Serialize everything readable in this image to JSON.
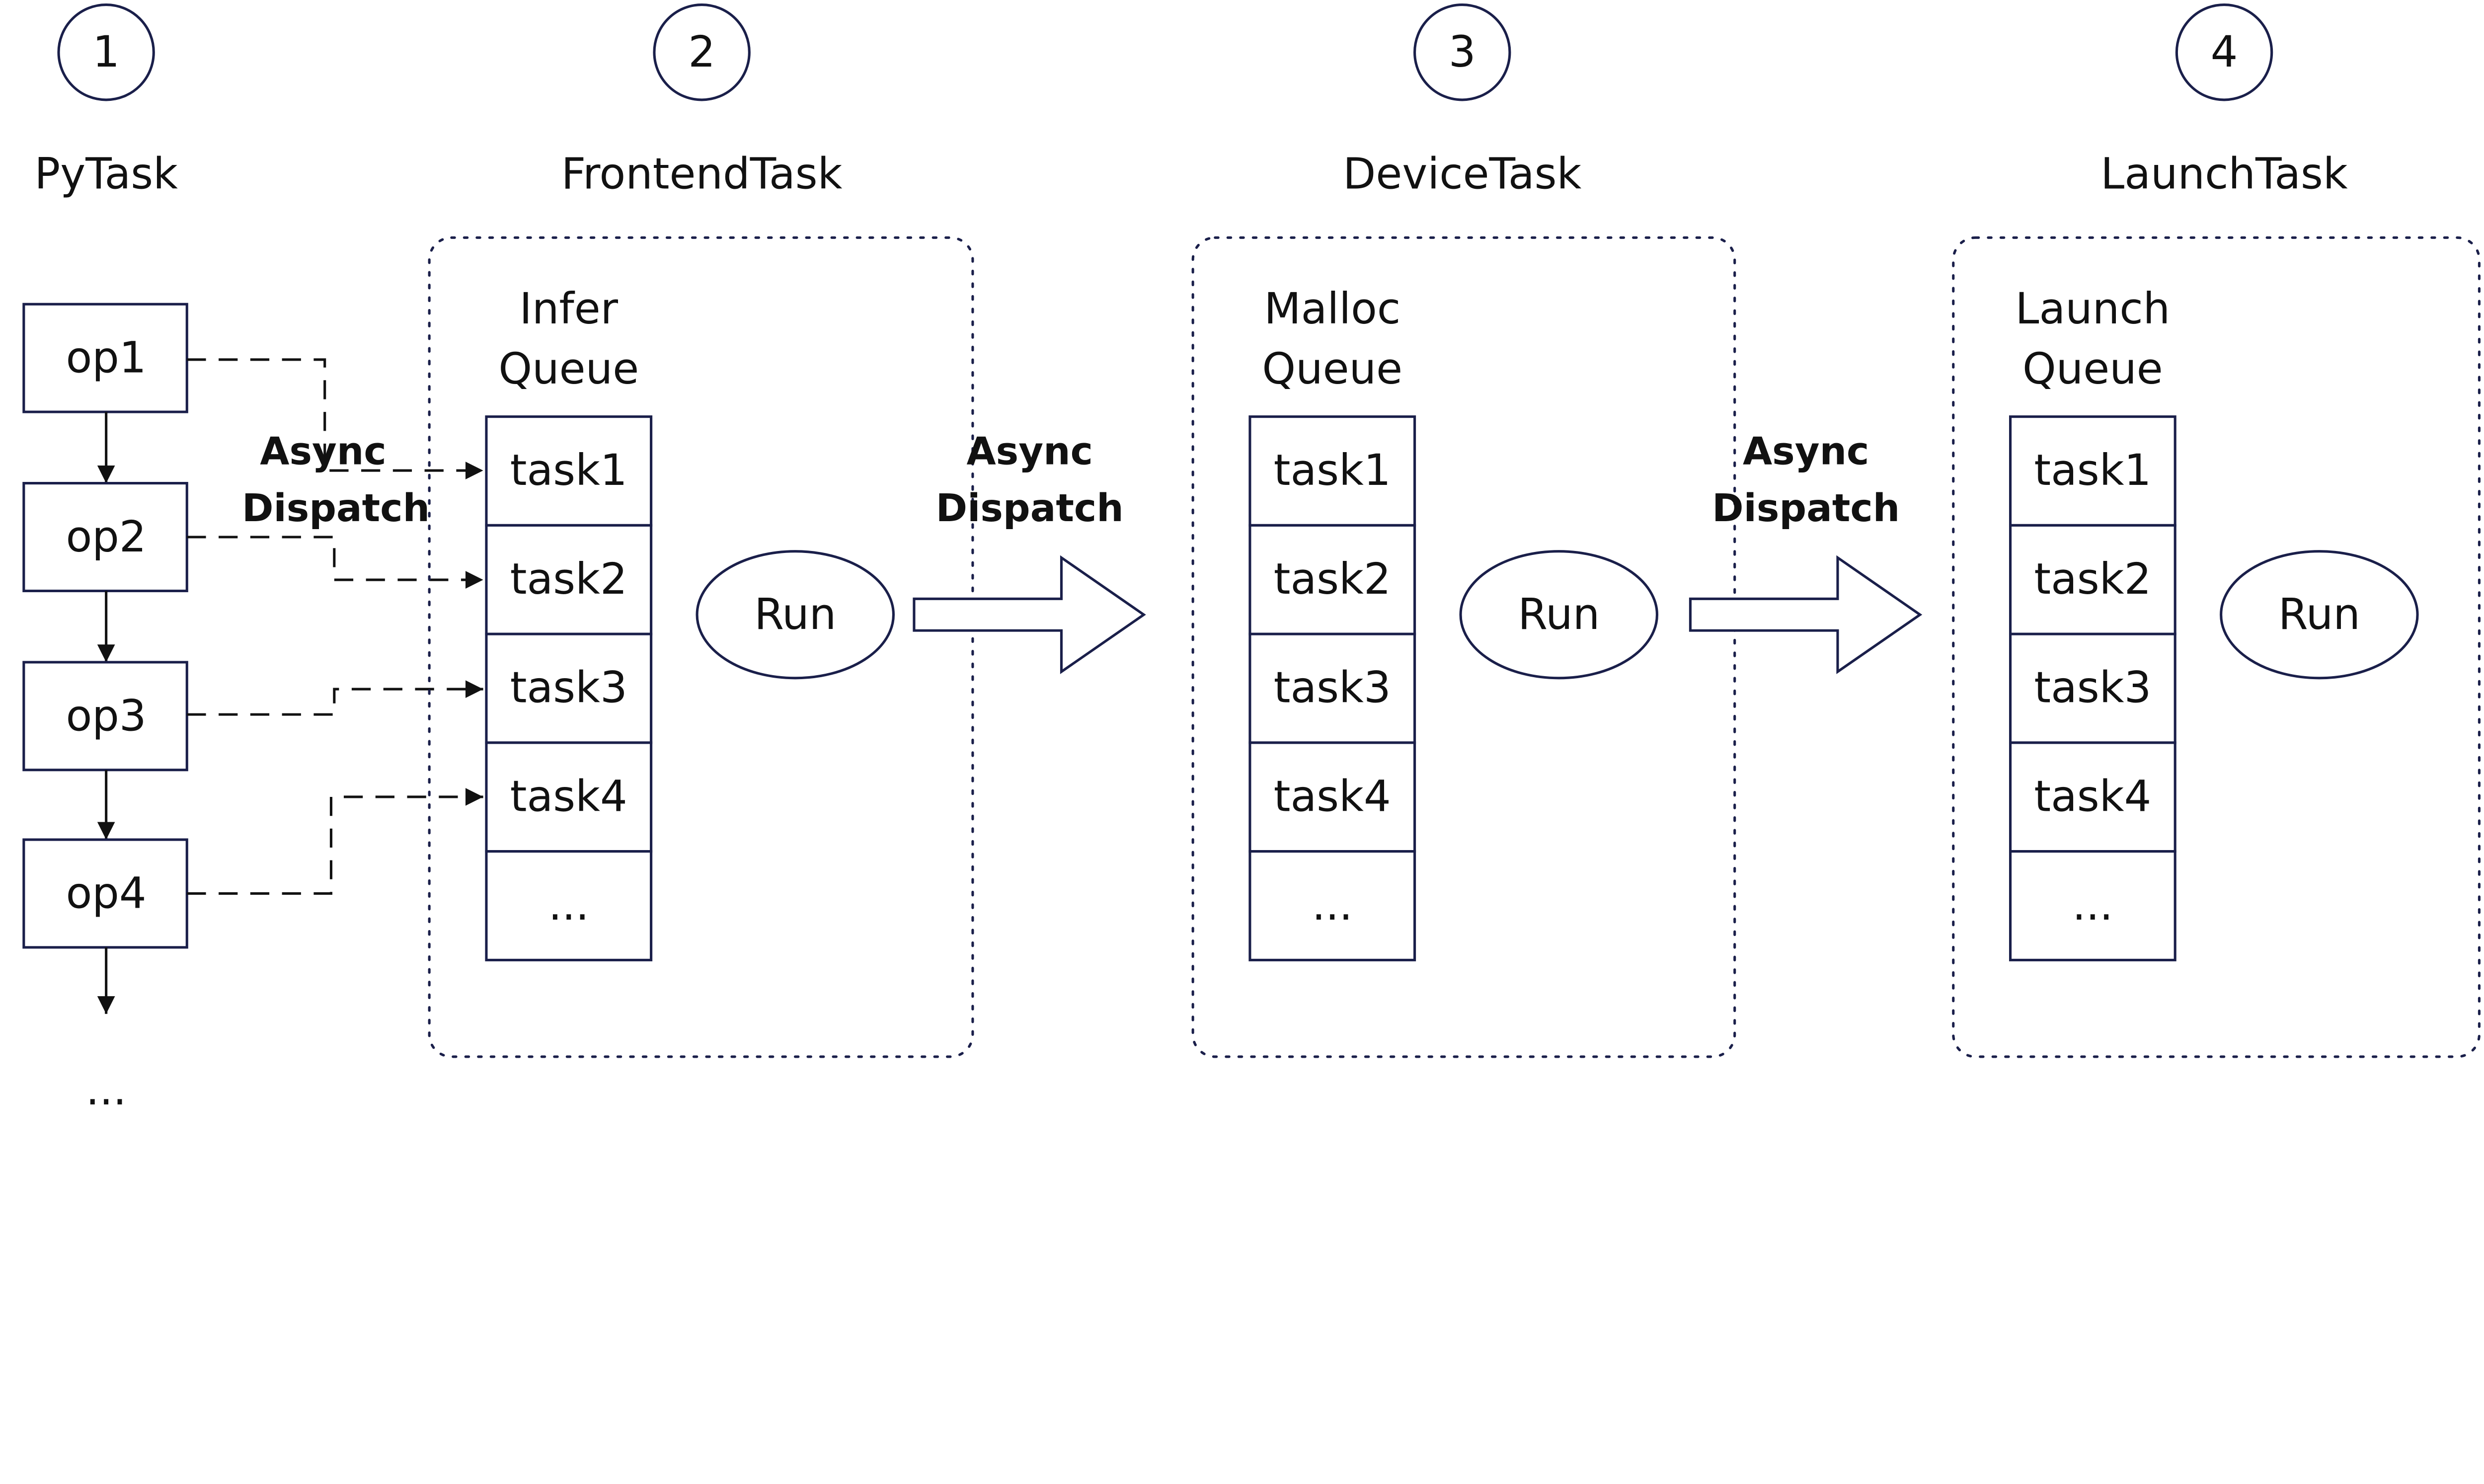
{
  "stages": [
    {
      "number": "1",
      "title": "PyTask"
    },
    {
      "number": "2",
      "title": "FrontendTask",
      "queue_line1": "Infer",
      "queue_line2": "Queue",
      "run_label": "Run"
    },
    {
      "number": "3",
      "title": "DeviceTask",
      "queue_line1": "Malloc",
      "queue_line2": "Queue",
      "run_label": "Run"
    },
    {
      "number": "4",
      "title": "LaunchTask",
      "queue_line1": "Launch",
      "queue_line2": "Queue",
      "run_label": "Run"
    }
  ],
  "ops": [
    "op1",
    "op2",
    "op3",
    "op4"
  ],
  "ops_more": "...",
  "queue_tasks": [
    "task1",
    "task2",
    "task3",
    "task4",
    "..."
  ],
  "dispatch_label_line1": "Async",
  "dispatch_label_line2": "Dispatch",
  "colors": {
    "border": "#1a1f4a",
    "text": "#111111"
  }
}
